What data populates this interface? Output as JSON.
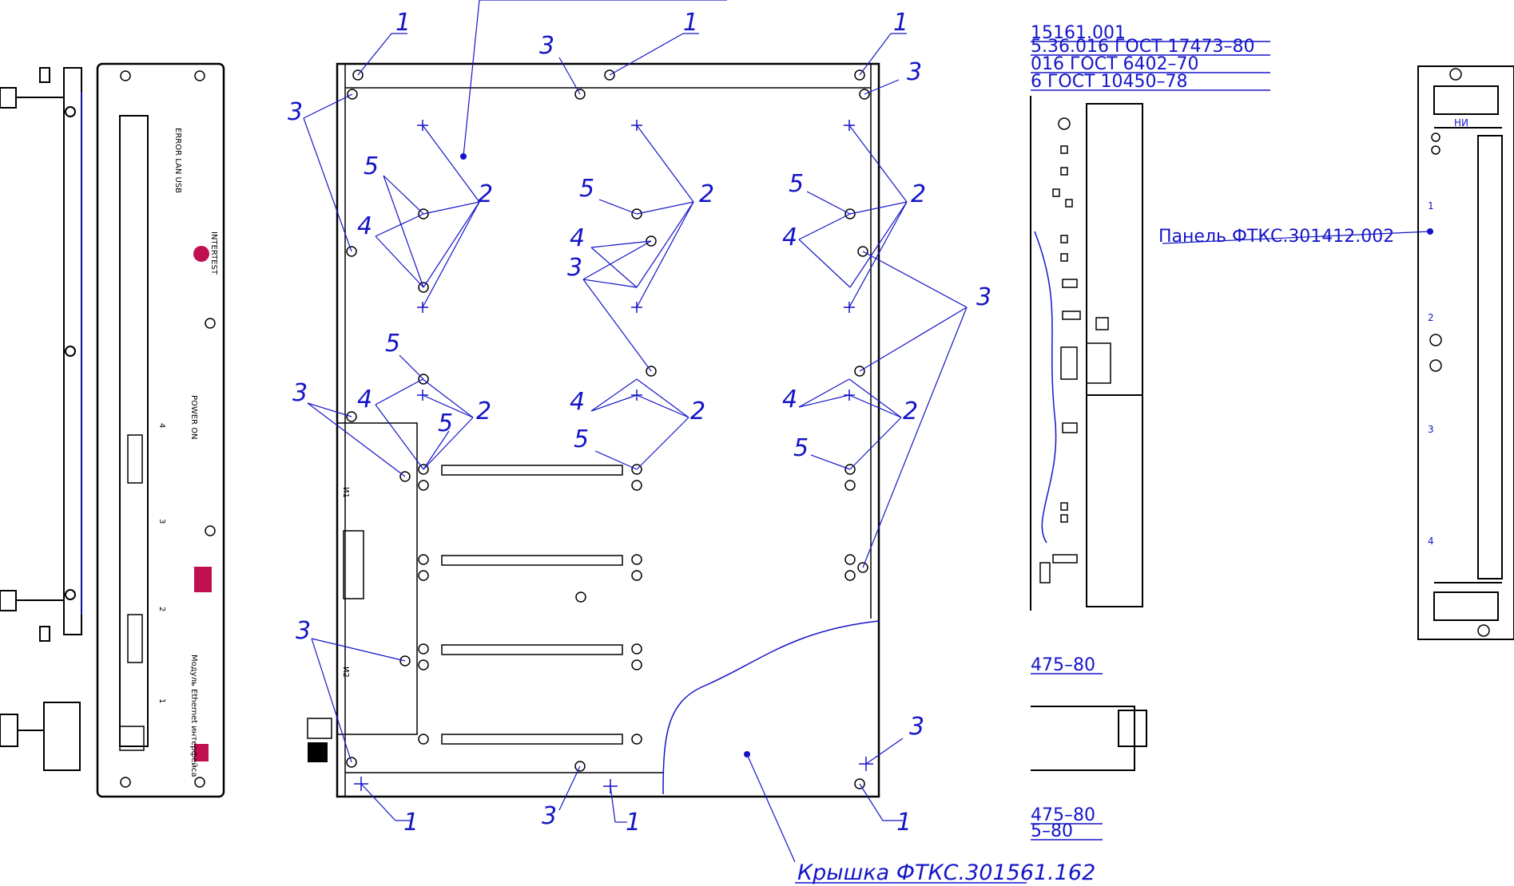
{
  "leaders": {
    "n1": "1",
    "n2": "2",
    "n3": "3",
    "n4": "4",
    "n5": "5"
  },
  "notes": {
    "doc1": "15161.001",
    "doc2": "5.36.016  ГОСТ 17473–80",
    "doc3": "016  ГОСТ 6402–70",
    "doc4": "6  ГОСТ 10450–78",
    "panel": "Панель  ФТКС.301412.002",
    "cover": "Крышка ФТКС.301561.162",
    "gost1": "475–80",
    "gost2": "475–80",
    "gost3": "5–80"
  },
  "front_panel": {
    "brand": "INTERTEST",
    "power": "POWER ON",
    "error": "ERROR LAN USB",
    "slots": [
      "4",
      "3",
      "2",
      "1"
    ],
    "footer": "Модуль Ethernet интерфейса"
  },
  "board_marks": {
    "i1": "И1",
    "i2": "И2"
  },
  "right_panel": {
    "code": "НИ",
    "slots": [
      "1",
      "2",
      "3",
      "4"
    ]
  },
  "colors": {
    "annotation": "#1515c8",
    "outline": "#000000",
    "logo": "#c01050"
  }
}
